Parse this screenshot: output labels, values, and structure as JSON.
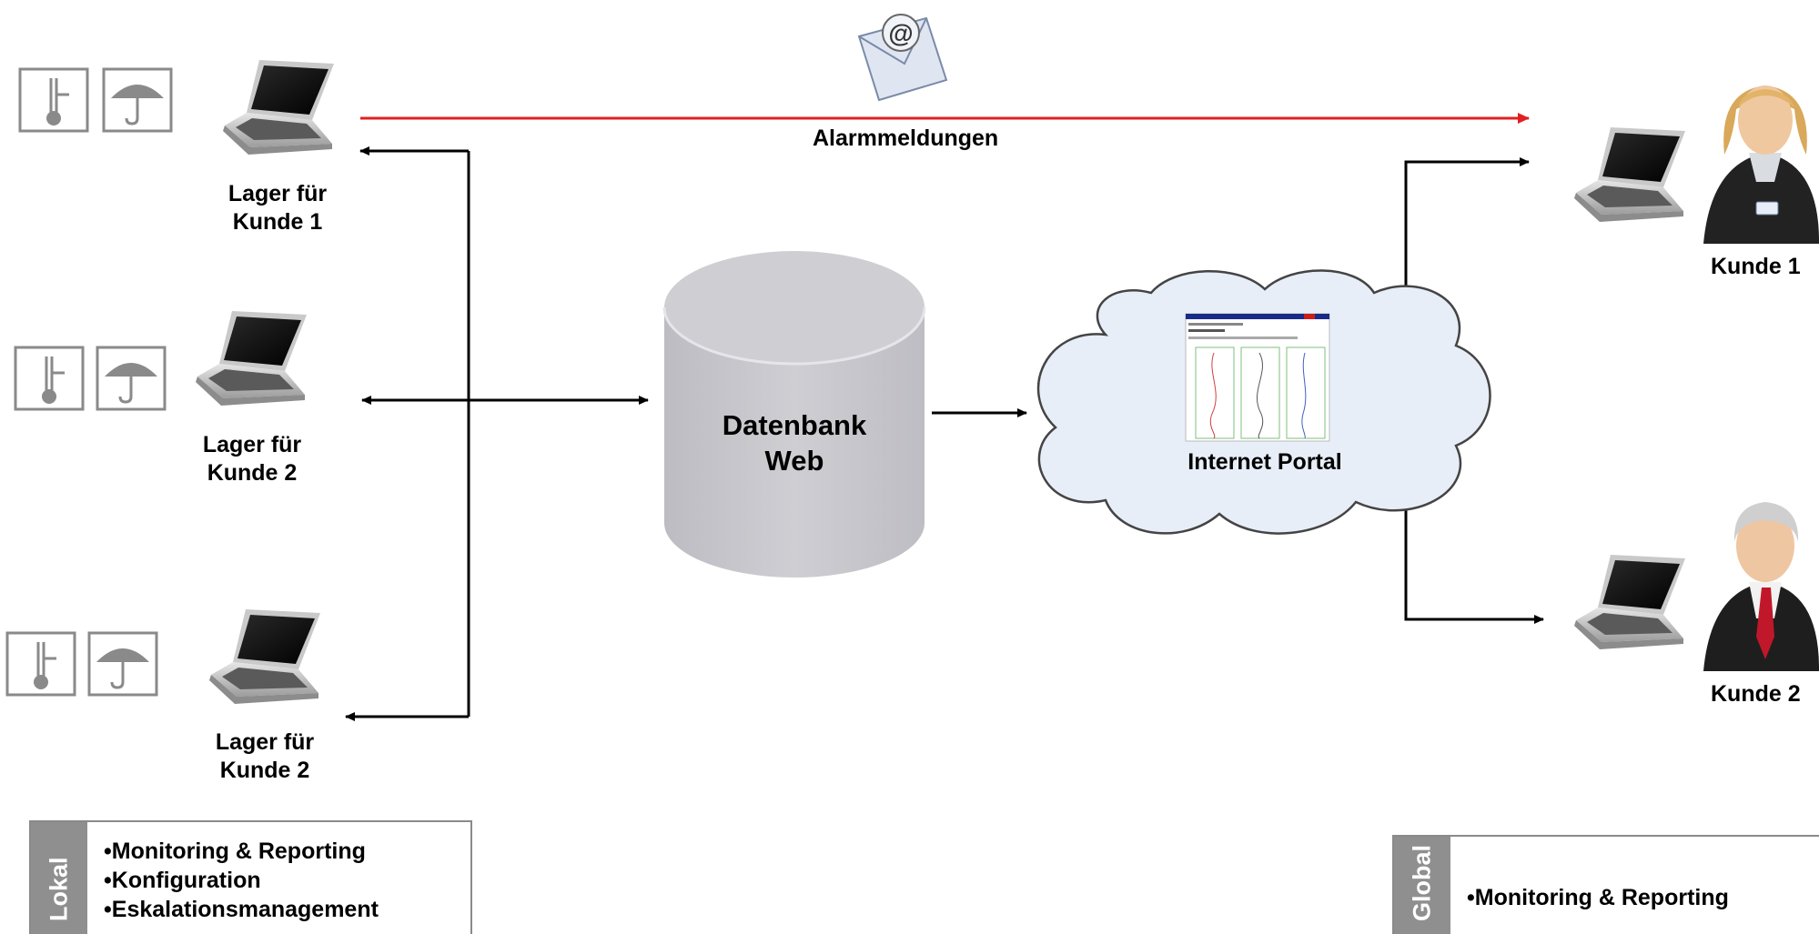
{
  "alarm": {
    "label": "Alarmmeldungen",
    "icon": "email-icon",
    "color": "#e02020"
  },
  "warehouses": [
    {
      "line1": "Lager für",
      "line2": "Kunde 1"
    },
    {
      "line1": "Lager für",
      "line2": "Kunde 2"
    },
    {
      "line1": "Lager für",
      "line2": "Kunde 2"
    }
  ],
  "sensor_icons": [
    "thermometer-icon",
    "umbrella-icon"
  ],
  "database": {
    "line1": "Datenbank",
    "line2": "Web"
  },
  "portal": {
    "label": "Internet Portal"
  },
  "customers": [
    {
      "label": "Kunde 1"
    },
    {
      "label": "Kunde 2"
    }
  ],
  "panels": {
    "local": {
      "tab": "Lokal",
      "items": [
        "Monitoring & Reporting",
        "Konfiguration",
        "Eskalationsmanagement"
      ]
    },
    "global": {
      "tab": "Global",
      "items": [
        "Monitoring & Reporting"
      ]
    }
  },
  "colors": {
    "database": "#c8c7cc",
    "cloud": "#e8eef8",
    "icon_gray": "#8a8a8a",
    "arrow": "#000000"
  }
}
